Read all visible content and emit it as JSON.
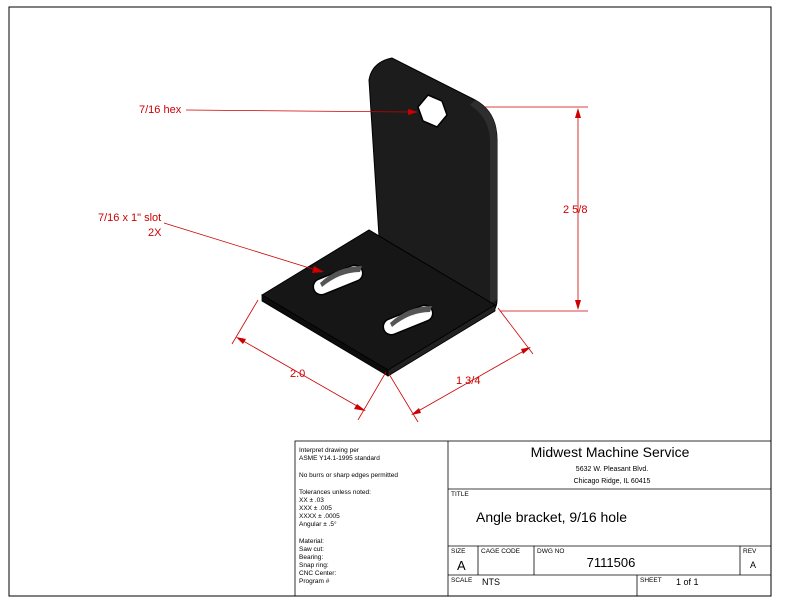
{
  "callouts": {
    "hex": "7/16 hex",
    "slot_line1": "7/16 x 1\" slot",
    "slot_line2": "2X",
    "height": "2 5/8",
    "width": "2.0",
    "depth": "1 3/4"
  },
  "notes": [
    "Interpret drawing per",
    "ASME Y14.1-1995 standard",
    "",
    "No burrs or sharp edges permitted",
    "",
    "Tolerances unless noted:",
    "XX ± .03",
    "XXX ± .005",
    "XXXX ± .0005",
    "Angular ± .5°",
    "",
    "Material:",
    "Saw cut:",
    "Bearing:",
    "Snap ring:",
    "CNC Center:",
    "Program #"
  ],
  "company": {
    "name": "Midwest Machine Service",
    "address1": "5632 W. Pleasant Blvd.",
    "address2": "Chicago Ridge, IL 60415"
  },
  "title_block": {
    "title_label": "TITLE",
    "title": "Angle bracket, 9/16 hole",
    "size_label": "SIZE",
    "size": "A",
    "cage_label": "CAGE CODE",
    "dwg_label": "DWG NO",
    "dwg_no": "7111506",
    "rev_label": "REV",
    "rev": "A",
    "scale_label": "SCALE",
    "scale": "NTS",
    "sheet_label": "SHEET",
    "sheet": "1 of 1"
  },
  "colors": {
    "dimension": "#cc0000",
    "part": "#1a1a1a",
    "line": "#000000"
  }
}
